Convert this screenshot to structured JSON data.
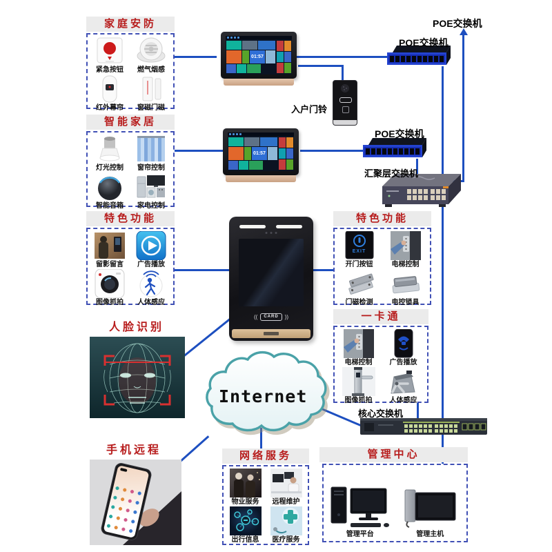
{
  "colors": {
    "line": "#1d4fc0",
    "title_red": "#b71c1c",
    "dashed_border": "#4050b5",
    "cloud_stroke": "#4aa2a8",
    "gold": "#c9a183"
  },
  "cloud": {
    "label": "Internet"
  },
  "labels": {
    "poe_top": "POE交换机",
    "poe_1": "POE交换机",
    "poe_2": "POE交换机",
    "aggregation": "汇聚层交换机",
    "core": "核心交换机",
    "doorbell": "入户门铃",
    "face": "人脸识别",
    "phone": "手机远程"
  },
  "tablet": {
    "time": "01:57"
  },
  "door_station": {
    "card_label": "CARD"
  },
  "exit_button": {
    "label": "EXIT"
  },
  "boxes": [
    {
      "id": "home-security",
      "title": "家庭安防",
      "items": [
        {
          "label": "紧急按钮",
          "icon": "emergency-button-icon"
        },
        {
          "label": "燃气烟感",
          "icon": "smoke-detector-icon"
        },
        {
          "label": "红外幕帘",
          "icon": "pir-curtain-icon"
        },
        {
          "label": "窗磁门磁",
          "icon": "door-contact-icon"
        }
      ]
    },
    {
      "id": "smart-home",
      "title": "智能家居",
      "items": [
        {
          "label": "灯光控制",
          "icon": "downlight-icon"
        },
        {
          "label": "窗帘控制",
          "icon": "curtain-icon"
        },
        {
          "label": "智能音箱",
          "icon": "smart-speaker-icon"
        },
        {
          "label": "家电控制",
          "icon": "appliances-icon"
        }
      ]
    },
    {
      "id": "features-left",
      "title": "特色功能",
      "items": [
        {
          "label": "留影留言",
          "icon": "photo-message-icon"
        },
        {
          "label": "广告播放",
          "icon": "play-icon"
        },
        {
          "label": "图像抓拍",
          "icon": "camera-icon"
        },
        {
          "label": "人体感应",
          "icon": "motion-icon"
        }
      ]
    },
    {
      "id": "features-right",
      "title": "特色功能",
      "items": [
        {
          "label": "开门按钮",
          "icon": "exit-button-icon"
        },
        {
          "label": "电梯控制",
          "icon": "elevator-icon"
        },
        {
          "label": "门磁检测",
          "icon": "door-sensor-icon"
        },
        {
          "label": "电控锁具",
          "icon": "maglock-icon"
        }
      ]
    },
    {
      "id": "one-card",
      "title": "一卡通",
      "items": [
        {
          "label": "电梯控制",
          "icon": "elevator-icon"
        },
        {
          "label": "广告播放",
          "icon": "card-reader-icon"
        },
        {
          "label": "图像抓拍",
          "icon": "turnstile-pole-icon"
        },
        {
          "label": "人体感应",
          "icon": "tripod-turnstile-icon"
        }
      ]
    },
    {
      "id": "network-services",
      "title": "网络服务",
      "items": [
        {
          "label": "物业服务",
          "icon": "property-service-photo"
        },
        {
          "label": "远程维护",
          "icon": "remote-maintenance-photo"
        },
        {
          "label": "出行信息",
          "icon": "travel-info-photo"
        },
        {
          "label": "医疗服务",
          "icon": "medical-service-photo"
        }
      ]
    },
    {
      "id": "management-center",
      "title": "管理中心",
      "items": [
        {
          "label": "管理平台",
          "icon": "management-platform-pc"
        },
        {
          "label": "管理主机",
          "icon": "management-host-monitor"
        }
      ]
    }
  ]
}
